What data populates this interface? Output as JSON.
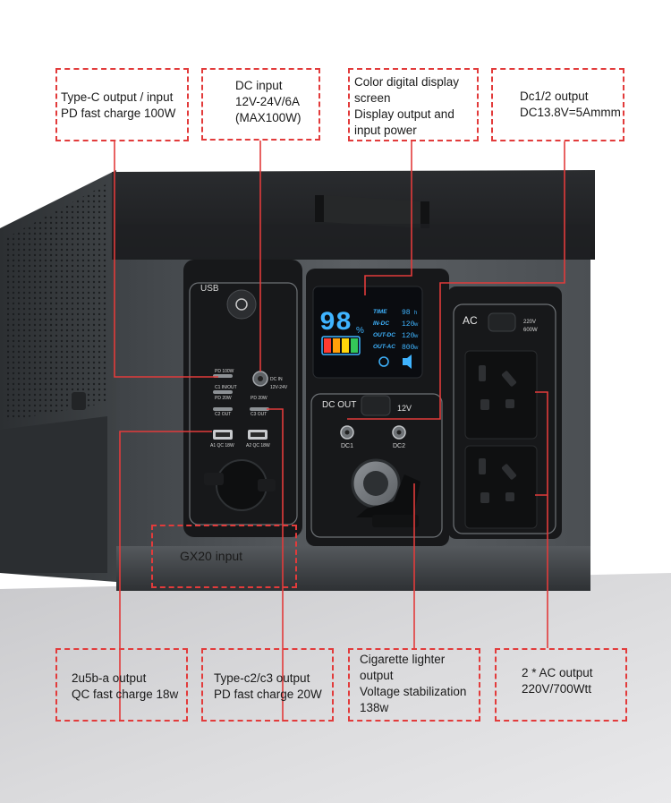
{
  "callouts": {
    "typec": "Type-C output / input\nPD fast charge 100W",
    "dcinput": "DC input\n12V-24V/6A\n(MAX100W)",
    "display": "Color digital display\n screen\nDisplay output and\n input power",
    "dc12": "Dc1/2 output\nDC13.8V=5Ammm",
    "gx20": "GX20 input",
    "usb": "2u5b-a output\nQC fast charge 18w",
    "typec23": "Type-c2/c3 output\nPD fast charge 20W",
    "cig": "Cigarette lighter\noutput\nVoltage stabilization\n138w",
    "ac": "2 * AC output\n220V/700Wtt"
  },
  "device": {
    "usb_label": "USB",
    "pd100w": "PD 100W",
    "c1_inout": "C1 IN/OUT",
    "pd20w_a": "PD 20W",
    "c2_out": "C2 OUT",
    "dc_in": "DC IN",
    "dc_in_range": "12V-24V",
    "pd20w_b": "PD 20W",
    "c3_out": "C3 OUT",
    "a1": "A1  QC 18W",
    "a2": "A2  QC 18W",
    "dc_out": "DC OUT",
    "dc_12v": "12V",
    "dc1": "DC1",
    "dc2": "DC2",
    "ac_label": "AC",
    "ac_volt": "220V",
    "ac_watt": "600W"
  },
  "display": {
    "percent": "98",
    "percent_sign": "%",
    "rows": [
      {
        "label": "TIME",
        "value": "98"
      },
      {
        "label": "IN-DC",
        "value": "120"
      },
      {
        "label": "OUT-DC",
        "value": "120"
      },
      {
        "label": "OUT-AC",
        "value": "800"
      }
    ],
    "units": [
      "h",
      "w",
      "w",
      "w"
    ]
  },
  "colors": {
    "callout": "#e23b3b",
    "display_digits": "#3fb4ff",
    "battery_red": "#ff3b30",
    "battery_orange": "#ff9f0a",
    "battery_yellow": "#ffd60a",
    "battery_green": "#34c759"
  }
}
